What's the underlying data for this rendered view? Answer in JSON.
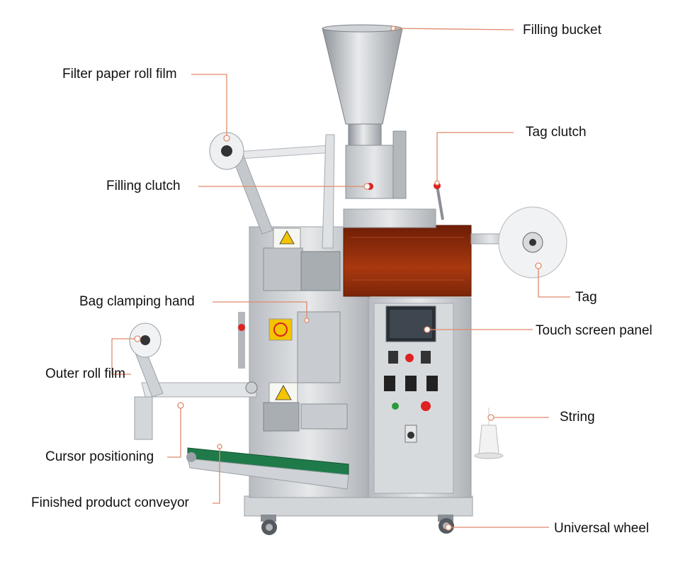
{
  "labels": {
    "filling_bucket": "Filling bucket",
    "filter_paper_roll_film": "Filter paper roll film",
    "tag_clutch": "Tag clutch",
    "filling_clutch": "Filling clutch",
    "tag": "Tag",
    "bag_clamping_hand": "Bag clamping hand",
    "touch_screen_panel": "Touch screen panel",
    "outer_roll_film": "Outer roll film",
    "string": "String",
    "cursor_positioning": "Cursor positioning",
    "finished_product_conveyor": "Finished product conveyor",
    "universal_wheel": "Universal wheel"
  },
  "colors": {
    "leader_line": "#e08a6a",
    "dot": "#ffffff",
    "machine_steel": "#c9ccd0",
    "window_amber": "#8a2a0c",
    "conveyor_green": "#1f7a4a"
  },
  "icons": [
    "warning-sign-icon"
  ]
}
